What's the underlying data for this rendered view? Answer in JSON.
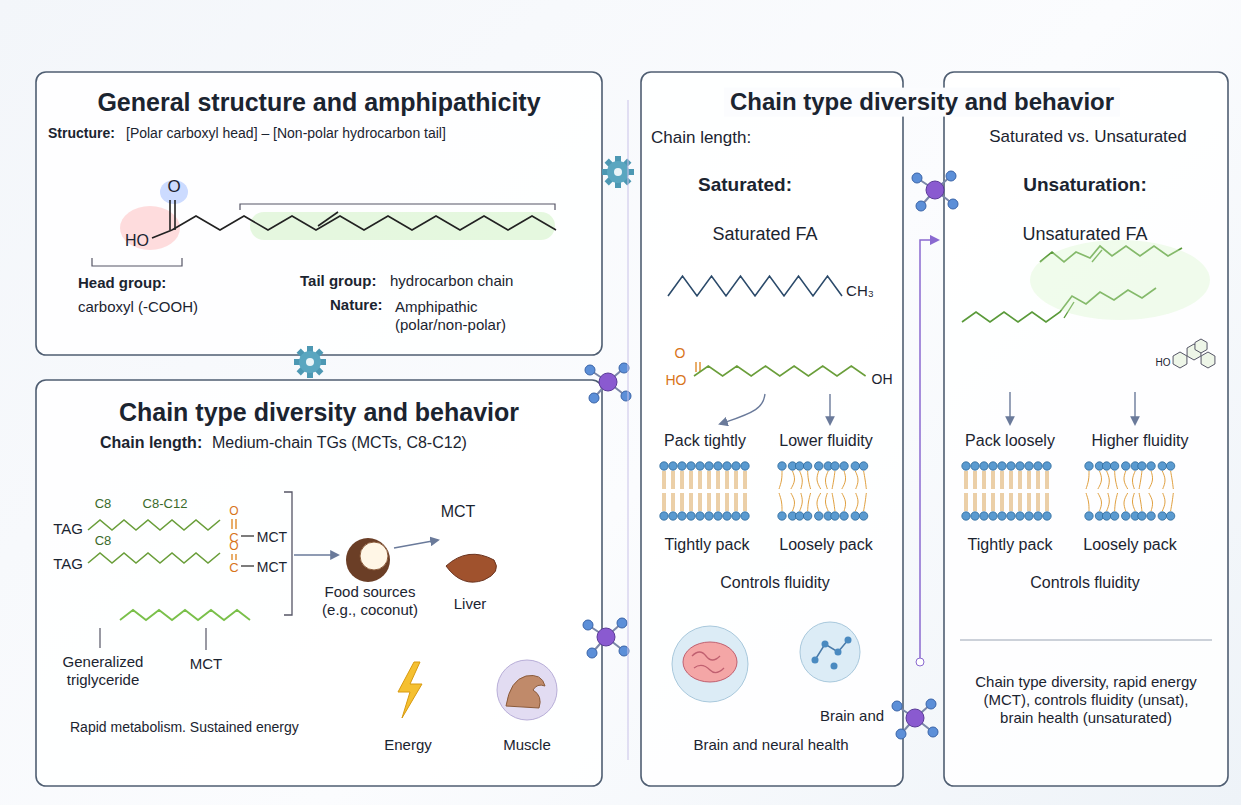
{
  "diagram": {
    "nodes": [
      {
        "text": [
          "General structure and amphipathicity",
          "Structure:",
          "[Polar carboxyl head] – [Non-polar hydrocarbon tail]",
          "Head group:",
          "carboxyl (-COOH)",
          "Tail group:",
          "hydrocarbon chain",
          "Nature:",
          "Amphipathic (polar/non-polar)"
        ]
      },
      {
        "text": [
          "Chain type diversity and behavior",
          "Chain length:",
          "Medium-chain TGs (MCTs, C8-C12)",
          "Food sources (e.g., coconut)",
          "MCT",
          "Liver",
          "Generalized triglyceride",
          "MCT",
          "Rapid metabolism. Sustained energy",
          "Energy",
          "Muscle"
        ]
      },
      {
        "text": [
          "Chain type diversity and behavior",
          "Chain length:",
          "Saturated:",
          "Saturated FA",
          "Pack tightly",
          "Lower fluidity",
          "Tightly pack",
          "Loosely pack",
          "Controls fluidity",
          "Brain and",
          "Brain and neural health"
        ]
      },
      {
        "text": [
          "Saturated vs. Unsaturated",
          "Unsaturation:",
          "Unsaturated FA",
          "Pack loosely",
          "Higher fluidity",
          "Tightly pack",
          "Loosely pack",
          "Controls fluidity",
          "Chain type diversity, rapid energy (MCT), controls fluidity (unsat), brain health (unsaturated)"
        ]
      }
    ],
    "labels": [
      "O",
      "HO",
      "TAG",
      "C8",
      "C8-C12",
      "O",
      "C",
      "MCT",
      "TAG",
      "C8",
      "O",
      "C",
      "MCT",
      "CH₃",
      "O",
      "HO",
      "OH",
      "HO"
    ]
  }
}
